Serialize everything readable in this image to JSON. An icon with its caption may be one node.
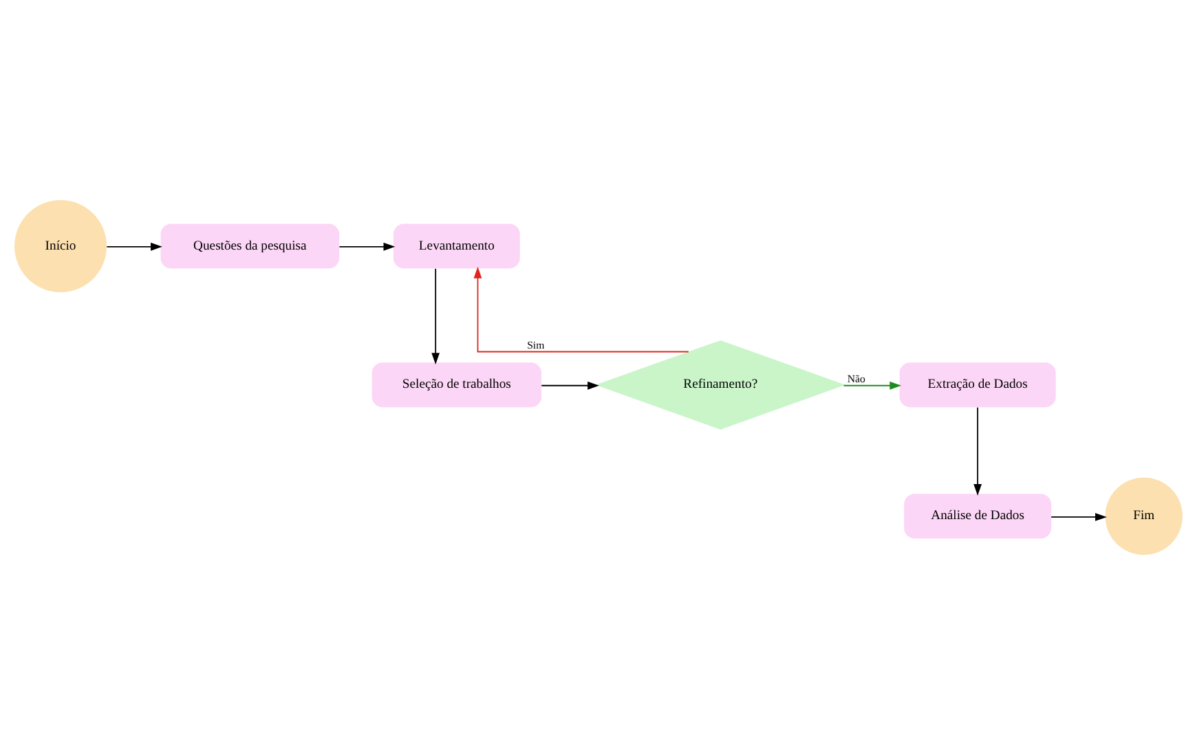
{
  "diagram": {
    "nodes": [
      {
        "text": [
          "Início"
        ]
      },
      {
        "text": [
          "Questões da pesquisa"
        ]
      },
      {
        "text": [
          "Levantamento"
        ]
      },
      {
        "text": [
          "Seleção de trabalhos"
        ]
      },
      {
        "text": [
          "Refinamento?"
        ]
      },
      {
        "text": [
          "Extração de Dados"
        ]
      },
      {
        "text": [
          "Análise de Dados"
        ]
      },
      {
        "text": [
          "Fim"
        ]
      }
    ],
    "edges": [
      {
        "from": 0,
        "to": 1,
        "arrow": "to"
      },
      {
        "from": 1,
        "to": 2,
        "arrow": "to"
      },
      {
        "from": 2,
        "to": 3,
        "arrow": "to"
      },
      {
        "from": 3,
        "to": 4,
        "arrow": "to"
      },
      {
        "from": 4,
        "to": 2,
        "arrow": "to",
        "label": "Sim",
        "color": "#e0261e"
      },
      {
        "from": 4,
        "to": 5,
        "arrow": "to",
        "label": "Não",
        "color": "#1f8a1f"
      },
      {
        "from": 5,
        "to": 6,
        "arrow": "to"
      },
      {
        "from": 6,
        "to": 7,
        "arrow": "to"
      }
    ]
  }
}
